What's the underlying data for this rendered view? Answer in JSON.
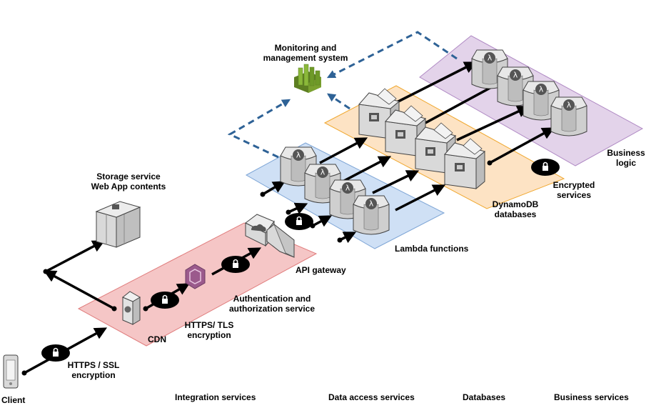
{
  "labels": {
    "monitoring": [
      "Monitoring and",
      "management system"
    ],
    "storage": [
      "Storage service",
      "Web App contents"
    ],
    "api_gateway": "API gateway",
    "lambda": "Lambda functions",
    "dynamodb": [
      "DynamoDB",
      "databases"
    ],
    "encrypted": [
      "Encrypted",
      "services"
    ],
    "business_logic": [
      "Business",
      "logic"
    ],
    "auth": [
      "Authentication and",
      "authorization service"
    ],
    "https_tls": [
      "HTTPS/ TLS",
      "encryption"
    ],
    "cdn": "CDN",
    "https_ssl": [
      "HTTPS / SSL",
      "encryption"
    ],
    "client": "Client"
  },
  "footer": {
    "integration": "Integration services",
    "data_access": "Data access services",
    "databases": "Databases",
    "business": "Business services"
  },
  "colors": {
    "cdn_band": "#f5c6c6",
    "lambda_band": "#cfe0f5",
    "db_band": "#fde3c4",
    "business_band": "#e3d3ea",
    "monitor_green": "#7aa12f",
    "cognito_purple": "#9b5a8c",
    "dashed_blue": "#2e6296"
  }
}
